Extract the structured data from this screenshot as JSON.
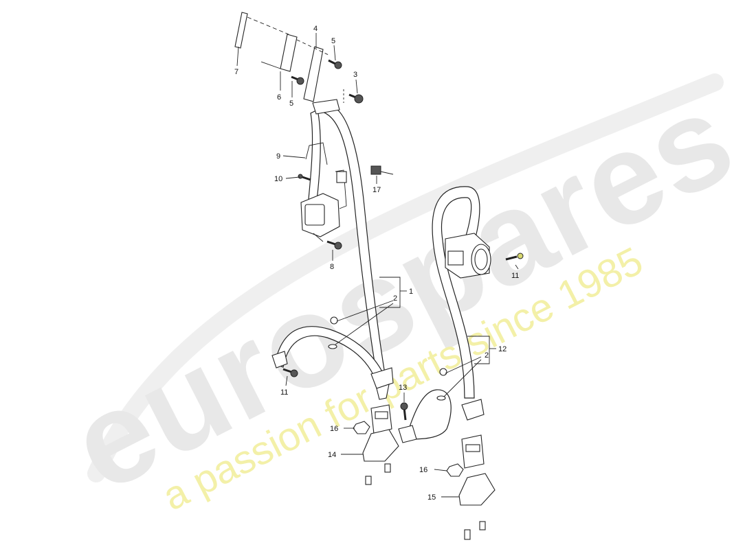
{
  "watermark": {
    "brand": "eurospares",
    "tagline": "a passion for parts since 1985"
  },
  "labels": [
    {
      "id": "label-1",
      "text": "1"
    },
    {
      "id": "label-2-left",
      "text": "2"
    },
    {
      "id": "label-2-right",
      "text": "2"
    },
    {
      "id": "label-3",
      "text": "3"
    },
    {
      "id": "label-4",
      "text": "4"
    },
    {
      "id": "label-5-top",
      "text": "5"
    },
    {
      "id": "label-5-bottom",
      "text": "5"
    },
    {
      "id": "label-6",
      "text": "6"
    },
    {
      "id": "label-7",
      "text": "7"
    },
    {
      "id": "label-8",
      "text": "8"
    },
    {
      "id": "label-9",
      "text": "9"
    },
    {
      "id": "label-10",
      "text": "10"
    },
    {
      "id": "label-11-right",
      "text": "11"
    },
    {
      "id": "label-11-left",
      "text": "11"
    },
    {
      "id": "label-12",
      "text": "12"
    },
    {
      "id": "label-13",
      "text": "13"
    },
    {
      "id": "label-14",
      "text": "14"
    },
    {
      "id": "label-15",
      "text": "15"
    },
    {
      "id": "label-16-left",
      "text": "16"
    },
    {
      "id": "label-16-right",
      "text": "16"
    },
    {
      "id": "label-17",
      "text": "17"
    }
  ]
}
